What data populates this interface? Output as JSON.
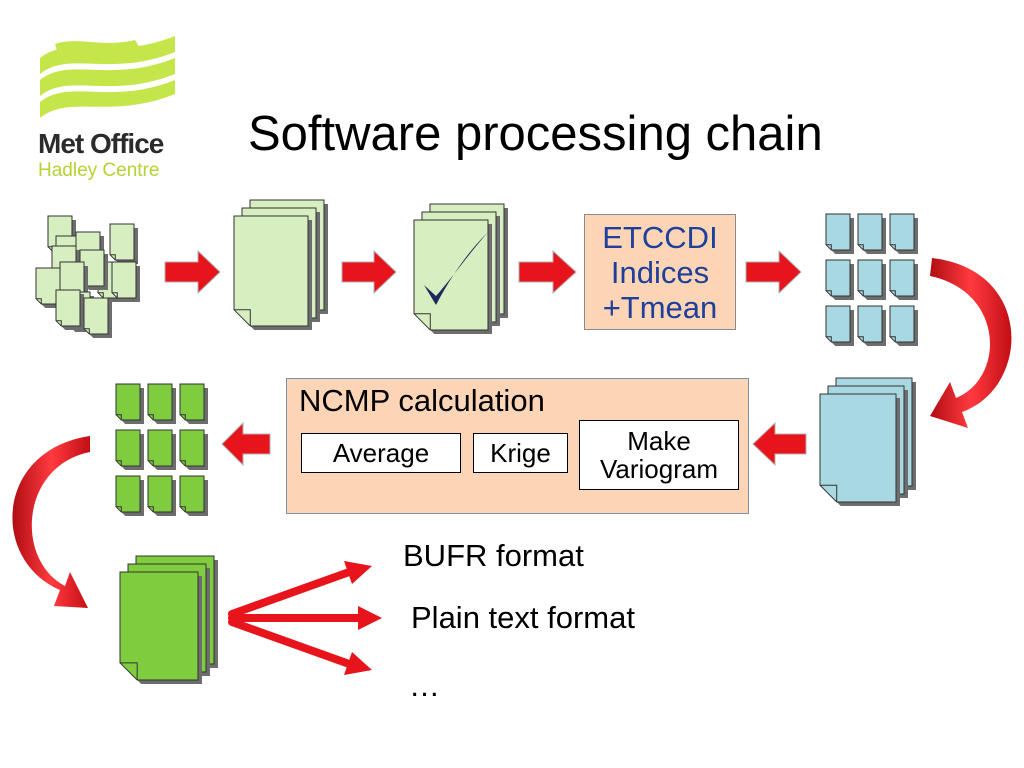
{
  "logo": {
    "name": "Met Office",
    "subname": "Hadley Centre",
    "color": "#c5e64a"
  },
  "title": "Software processing chain",
  "etccdi_box": {
    "lines": [
      "ETCCDI",
      "Indices",
      "+Tmean"
    ]
  },
  "ncmp_box": {
    "title": "NCMP calculation",
    "steps": [
      {
        "label": "Average"
      },
      {
        "label": "Krige"
      },
      {
        "label_lines": [
          "Make",
          "Variogram"
        ]
      }
    ]
  },
  "output_formats": [
    "BUFR format",
    "Plain text format",
    "…"
  ],
  "colors": {
    "raw_doc": "#d7eec0",
    "grid_doc": "#a8d8e2",
    "ncmp_doc": "#7fcd3f",
    "arrow": "#e8141b",
    "box_fill": "#fbd5b5",
    "etccdi_text": "#1f3f9a"
  },
  "icons": [
    "checkmark-icon",
    "right-arrow-icon",
    "curved-arrow-icon",
    "document-stack-icon"
  ]
}
